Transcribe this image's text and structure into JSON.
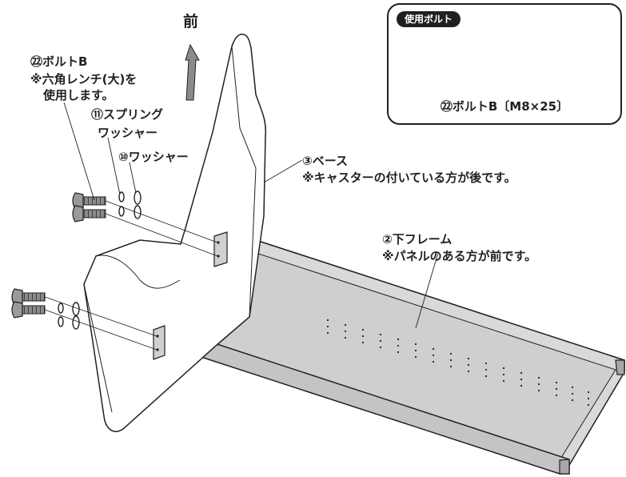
{
  "front_label": "前",
  "callout": {
    "badge": "使用ボルト",
    "caption": "㉒ボルトB〔M8×25〕"
  },
  "labels": {
    "bolt_b": "㉒ボルトB",
    "hex_wrench_line1": "※六角レンチ(大)を",
    "hex_wrench_line2": "使用します。",
    "spring_washer_line1": "⑪スプリング",
    "spring_washer_line2": "ワッシャー",
    "washer": "⑩ワッシャー",
    "base": "③ベース",
    "base_note": "※キャスターの付いている方が後です。",
    "lower_frame": "②下フレーム",
    "lower_frame_note": "※パネルのある方が前です。"
  },
  "colors": {
    "line": "#231f20",
    "frame_fill": "#d9d9d9",
    "frame_dark": "#b8b8b8",
    "arrow_fill": "#8a8a8a",
    "bolt_fill": "#9a9a9a"
  }
}
